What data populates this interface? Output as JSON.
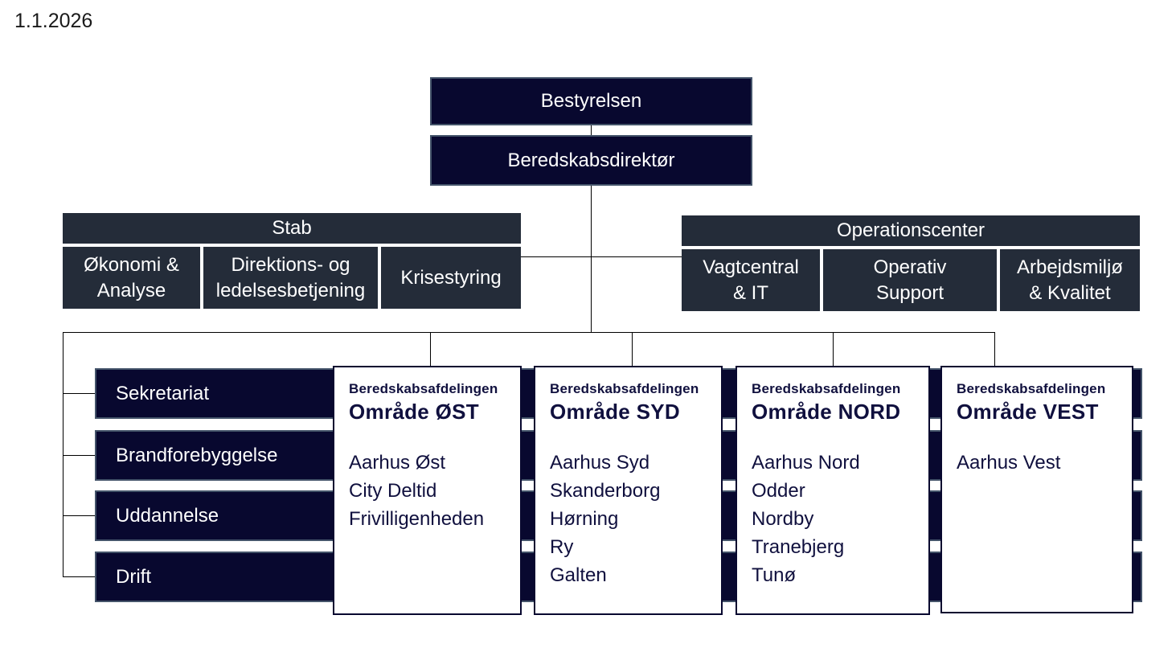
{
  "date_label": "1.1.2026",
  "hierarchy": {
    "board_label": "Bestyrelsen",
    "director_label": "Beredskabsdirektør"
  },
  "stab": {
    "title": "Stab",
    "cells": [
      "Økonomi &\nAnalyse",
      "Direktions- og\nledelsesbetjening",
      "Krisestyring"
    ]
  },
  "operationscenter": {
    "title": "Operationscenter",
    "cells": [
      "Vagtcentral\n& IT",
      "Operativ\nSupport",
      "Arbejdsmiljø\n& Kvalitet"
    ]
  },
  "departments": [
    "Sekretariat",
    "Brandforebyggelse",
    "Uddannelse",
    "Drift"
  ],
  "areas": [
    {
      "dept": "Beredskabsafdelingen",
      "name": "Område ØST",
      "stations": [
        "Aarhus Øst",
        "City Deltid",
        "Frivilligenheden"
      ]
    },
    {
      "dept": "Beredskabsafdelingen",
      "name": "Område SYD",
      "stations": [
        "Aarhus Syd",
        "Skanderborg",
        "Hørning",
        "Ry",
        "Galten"
      ]
    },
    {
      "dept": "Beredskabsafdelingen",
      "name": "Område NORD",
      "stations": [
        "Aarhus Nord",
        "Odder",
        "Nordby",
        "Tranebjerg",
        "Tunø"
      ]
    },
    {
      "dept": "Beredskabsafdelingen",
      "name": "Område VEST",
      "stations": [
        "Aarhus Vest"
      ]
    }
  ],
  "colors": {
    "box_navy": "#08082F",
    "box_navy_border": "#44546A",
    "box_slate": "#242C39",
    "area_text_navy": "#10103E",
    "connector": "#000000",
    "background": "#FFFFFF"
  }
}
